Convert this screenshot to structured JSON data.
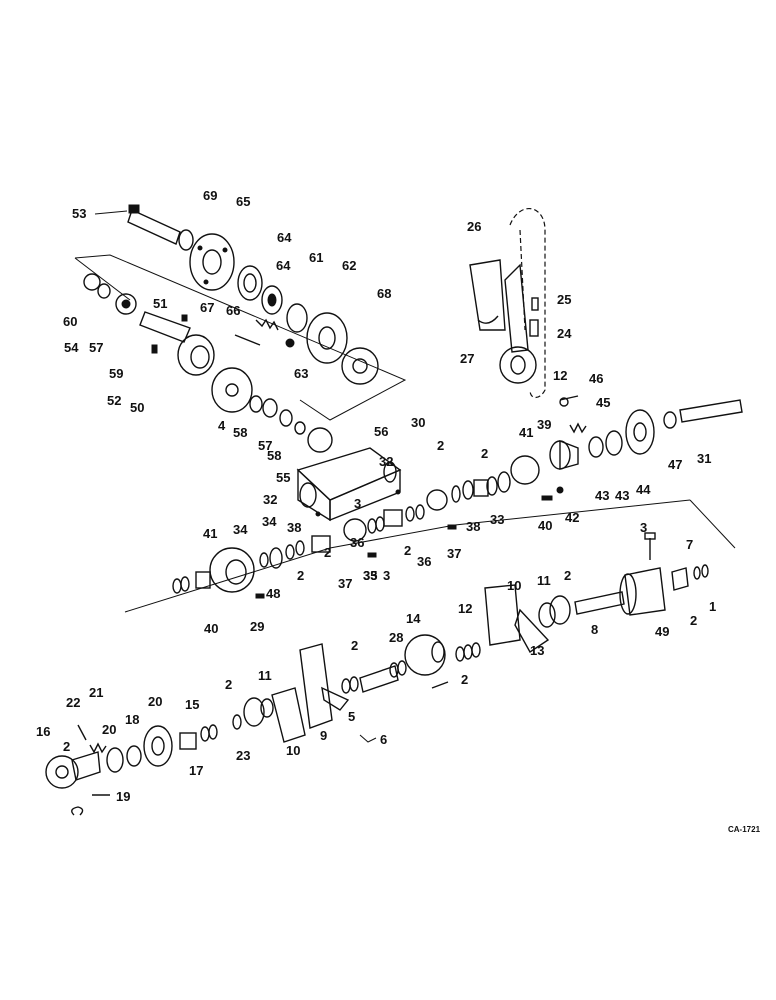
{
  "diagram": {
    "code": "CA-1721",
    "callouts": [
      "53",
      "69",
      "65",
      "64",
      "64",
      "61",
      "62",
      "68",
      "60",
      "54",
      "57",
      "59",
      "51",
      "67",
      "66",
      "63",
      "52",
      "50",
      "4",
      "58",
      "57",
      "58",
      "56",
      "55",
      "30",
      "26",
      "25",
      "24",
      "27",
      "12",
      "46",
      "45",
      "39",
      "41",
      "2",
      "2",
      "44",
      "47",
      "31",
      "43",
      "43",
      "32",
      "32",
      "3",
      "34",
      "34",
      "38",
      "2",
      "2",
      "38",
      "33",
      "40",
      "42",
      "41",
      "37",
      "36",
      "35",
      "3",
      "2",
      "36",
      "37",
      "33",
      "48",
      "40",
      "29",
      "3",
      "7",
      "10",
      "11",
      "2",
      "12",
      "14",
      "2",
      "28",
      "49",
      "2",
      "1",
      "8",
      "13",
      "2",
      "5",
      "9",
      "6",
      "10",
      "11",
      "2",
      "23",
      "22",
      "21",
      "20",
      "20",
      "18",
      "16",
      "2",
      "15",
      "17",
      "19"
    ]
  }
}
